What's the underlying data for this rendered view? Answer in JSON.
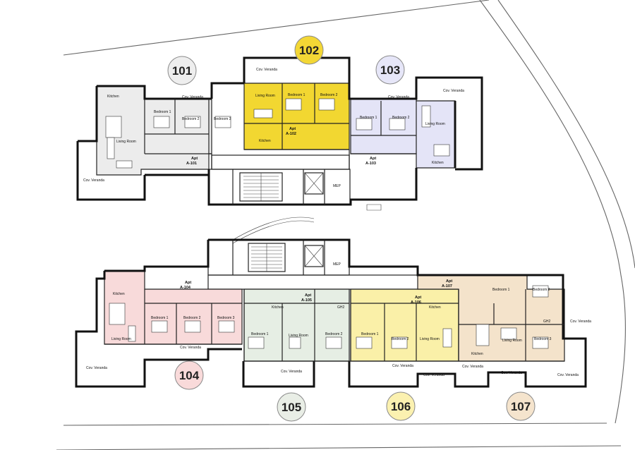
{
  "badges": [
    {
      "label": "101",
      "color": "#eeeeee"
    },
    {
      "label": "102",
      "color": "#f3d735"
    },
    {
      "label": "103",
      "color": "#e6e6f8"
    },
    {
      "label": "104",
      "color": "#f9dada"
    },
    {
      "label": "105",
      "color": "#e9eee6"
    },
    {
      "label": "106",
      "color": "#fbf1b0"
    },
    {
      "label": "107",
      "color": "#f5e4cd"
    }
  ],
  "fills": {
    "a101": "#ececec",
    "a102": "#f2d731",
    "a103": "#e4e4f7",
    "a104": "#f8dada",
    "a105": "#e6eee4",
    "a106": "#faf0a8",
    "a107": "#f4e3cb",
    "corridor": "#ffffff"
  },
  "labels": {
    "kitchen": "Kitchen",
    "living_room": "Living Room",
    "bedroom_1": "Bedroom 1",
    "bedroom_2": "Bedroom 2",
    "bedroom_3": "Bedroom 3",
    "cov_veranda": "Cov. Veranda",
    "mep": "MEP",
    "gh2": "GH2",
    "apt": "Apt",
    "a101": "A-101",
    "a102": "A-102",
    "a103": "A-103",
    "a104": "A-104",
    "a105": "A-105",
    "a106": "A-106",
    "a107": "A-107"
  }
}
